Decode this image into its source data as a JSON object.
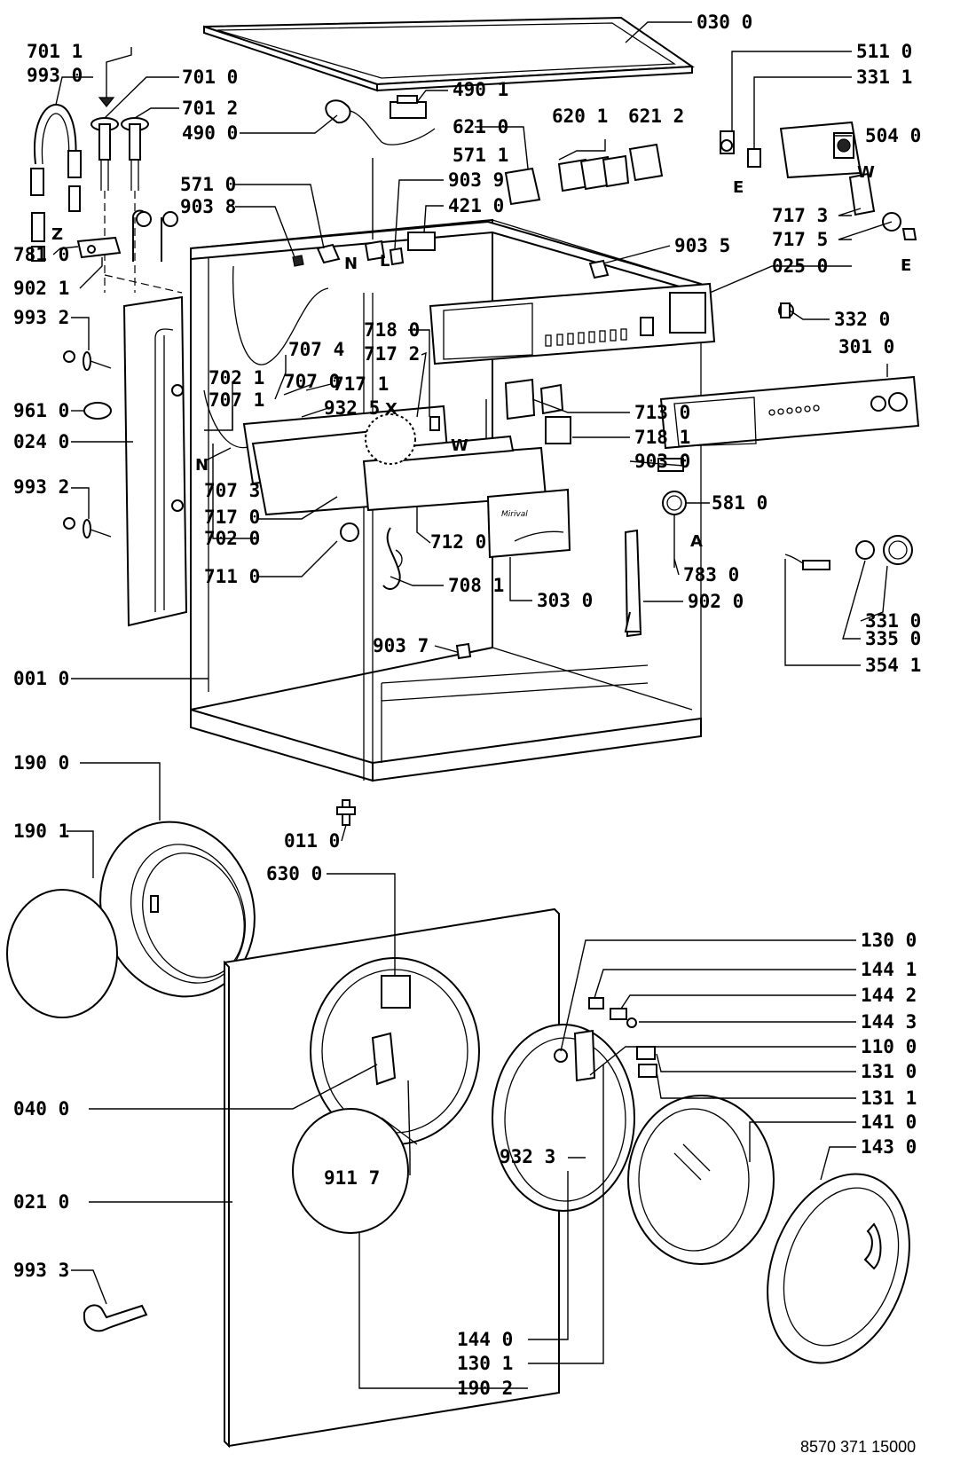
{
  "document_number": "8570 371 15000",
  "labels": {
    "p0300": "030 0",
    "p5110": "511 0",
    "p3311": "331 1",
    "p7011": "701 1",
    "p9930": "993 0",
    "p7010": "701 0",
    "p7012": "701 2",
    "p4901": "490 1",
    "p4900": "490 0",
    "p6210": "621 0",
    "p6201": "620 1",
    "p6212": "621 2",
    "p5040": "504 0",
    "p5711": "571 1",
    "p9039": "903 9",
    "p5710": "571 0",
    "p9038": "903 8",
    "p4210": "421 0",
    "p7173": "717 3",
    "p7175": "717 5",
    "p9035": "903 5",
    "p7810": "781 0",
    "p0250": "025 0",
    "p9021": "902 1",
    "p9932a": "993 2",
    "p3320": "332 0",
    "p7180": "718 0",
    "p7172": "717 2",
    "p7074": "707 4",
    "p3010": "301 0",
    "p7021": "702 1",
    "p7070": "707 0",
    "p7171": "717 1",
    "p9610": "961 0",
    "p7071": "707 1",
    "p9325": "932 5",
    "p7130": "713 0",
    "p7181": "718 1",
    "p0240": "024 0",
    "p9030": "903 0",
    "p7073": "707 3",
    "p9932b": "993 2",
    "p5810": "581 0",
    "p7170": "717 0",
    "p7020": "702 0",
    "p7120": "712 0",
    "p7110": "711 0",
    "p7830": "783 0",
    "p7081": "708 1",
    "p3030": "303 0",
    "p9020": "902 0",
    "p3310": "331 0",
    "p3350": "335 0",
    "p9037": "903 7",
    "p3541": "354 1",
    "p0010": "001 0",
    "p1900": "190 0",
    "p1901": "190 1",
    "p0110": "011 0",
    "p6300": "630 0",
    "p1300": "130 0",
    "p1441": "144 1",
    "p1442": "144 2",
    "p1443": "144 3",
    "p1100": "110 0",
    "p0400": "040 0",
    "p1310": "131 0",
    "p1311": "131 1",
    "p1410": "141 0",
    "p1430": "143 0",
    "p9323": "932 3",
    "p9117": "911 7",
    "p0210": "021 0",
    "p9933": "993 3",
    "p1440": "144 0",
    "p1301": "130 1",
    "p1902": "190 2"
  },
  "tags": {
    "e1": "E",
    "e2": "E",
    "w1": "W",
    "w2": "W",
    "z": "Z",
    "n1": "N",
    "n2": "N",
    "l1": "L",
    "x": "X",
    "a": "A"
  },
  "brand_mark": "Mirival"
}
